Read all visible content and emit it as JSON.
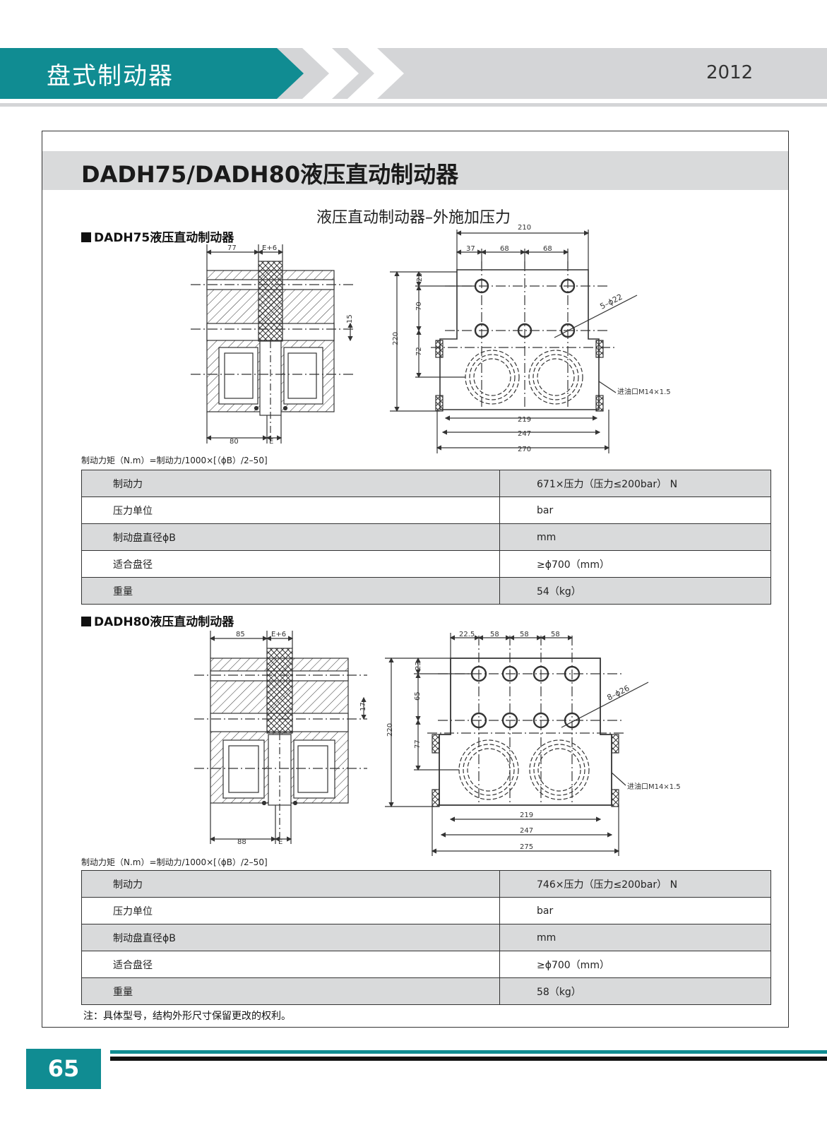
{
  "header": {
    "category": "盘式制动器",
    "year": "2012"
  },
  "main_title": "DADH75/DADH80液压直动制动器",
  "subtitle": "液压直动制动器–外施加压力",
  "sections": [
    {
      "heading": "DADH75液压直动制动器",
      "formula": "制动力矩（N.m）=制动力/1000×[（ϕB）/2–50]",
      "dims": {
        "top_77": "77",
        "top_e6": "E+6",
        "side_15": "15",
        "bot_80": "80",
        "bot_e": "E",
        "w210": "210",
        "w37": "37",
        "w68a": "68",
        "w68b": "68",
        "h23": "23",
        "h70": "70",
        "h72": "72",
        "h220": "220",
        "holes": "5–ϕ22",
        "port": "进油口M14×1.5",
        "b219": "219",
        "b247": "247",
        "b270": "270"
      },
      "rows": [
        {
          "label": "制动力",
          "value": "671×压力（压力≤200bar） N"
        },
        {
          "label": "压力单位",
          "value": "bar"
        },
        {
          "label": "制动盘直径ϕB",
          "value": "mm"
        },
        {
          "label": "适合盘径",
          "value": "≥ϕ700（mm）"
        },
        {
          "label": "重量",
          "value": "54（kg）"
        }
      ]
    },
    {
      "heading": "DADH80液压直动制动器",
      "formula": "制动力矩（N.m）=制动力/1000×[（ϕB）/2–50]",
      "dims": {
        "top_85": "85",
        "top_e6": "E+6",
        "side_17": "17",
        "bot_88": "88",
        "bot_e": "E",
        "w22": "22.5",
        "w58a": "58",
        "w58b": "58",
        "w58c": "58",
        "h23": "23",
        "h65": "65",
        "h77": "77",
        "h220": "220",
        "holes": "8–ϕ26",
        "port": "进油口M14×1.5",
        "b219": "219",
        "b247": "247",
        "b275": "275"
      },
      "rows": [
        {
          "label": "制动力",
          "value": "746×压力（压力≤200bar） N"
        },
        {
          "label": "压力单位",
          "value": "bar"
        },
        {
          "label": "制动盘直径ϕB",
          "value": "mm"
        },
        {
          "label": "适合盘径",
          "value": "≥ϕ700（mm）"
        },
        {
          "label": "重量",
          "value": "58（kg）"
        }
      ]
    }
  ],
  "note": "注：具体型号，结构外形尺寸保留更改的权利。",
  "page_number": "65",
  "colors": {
    "teal": "#108c92",
    "grey": "#d4d5d7"
  }
}
